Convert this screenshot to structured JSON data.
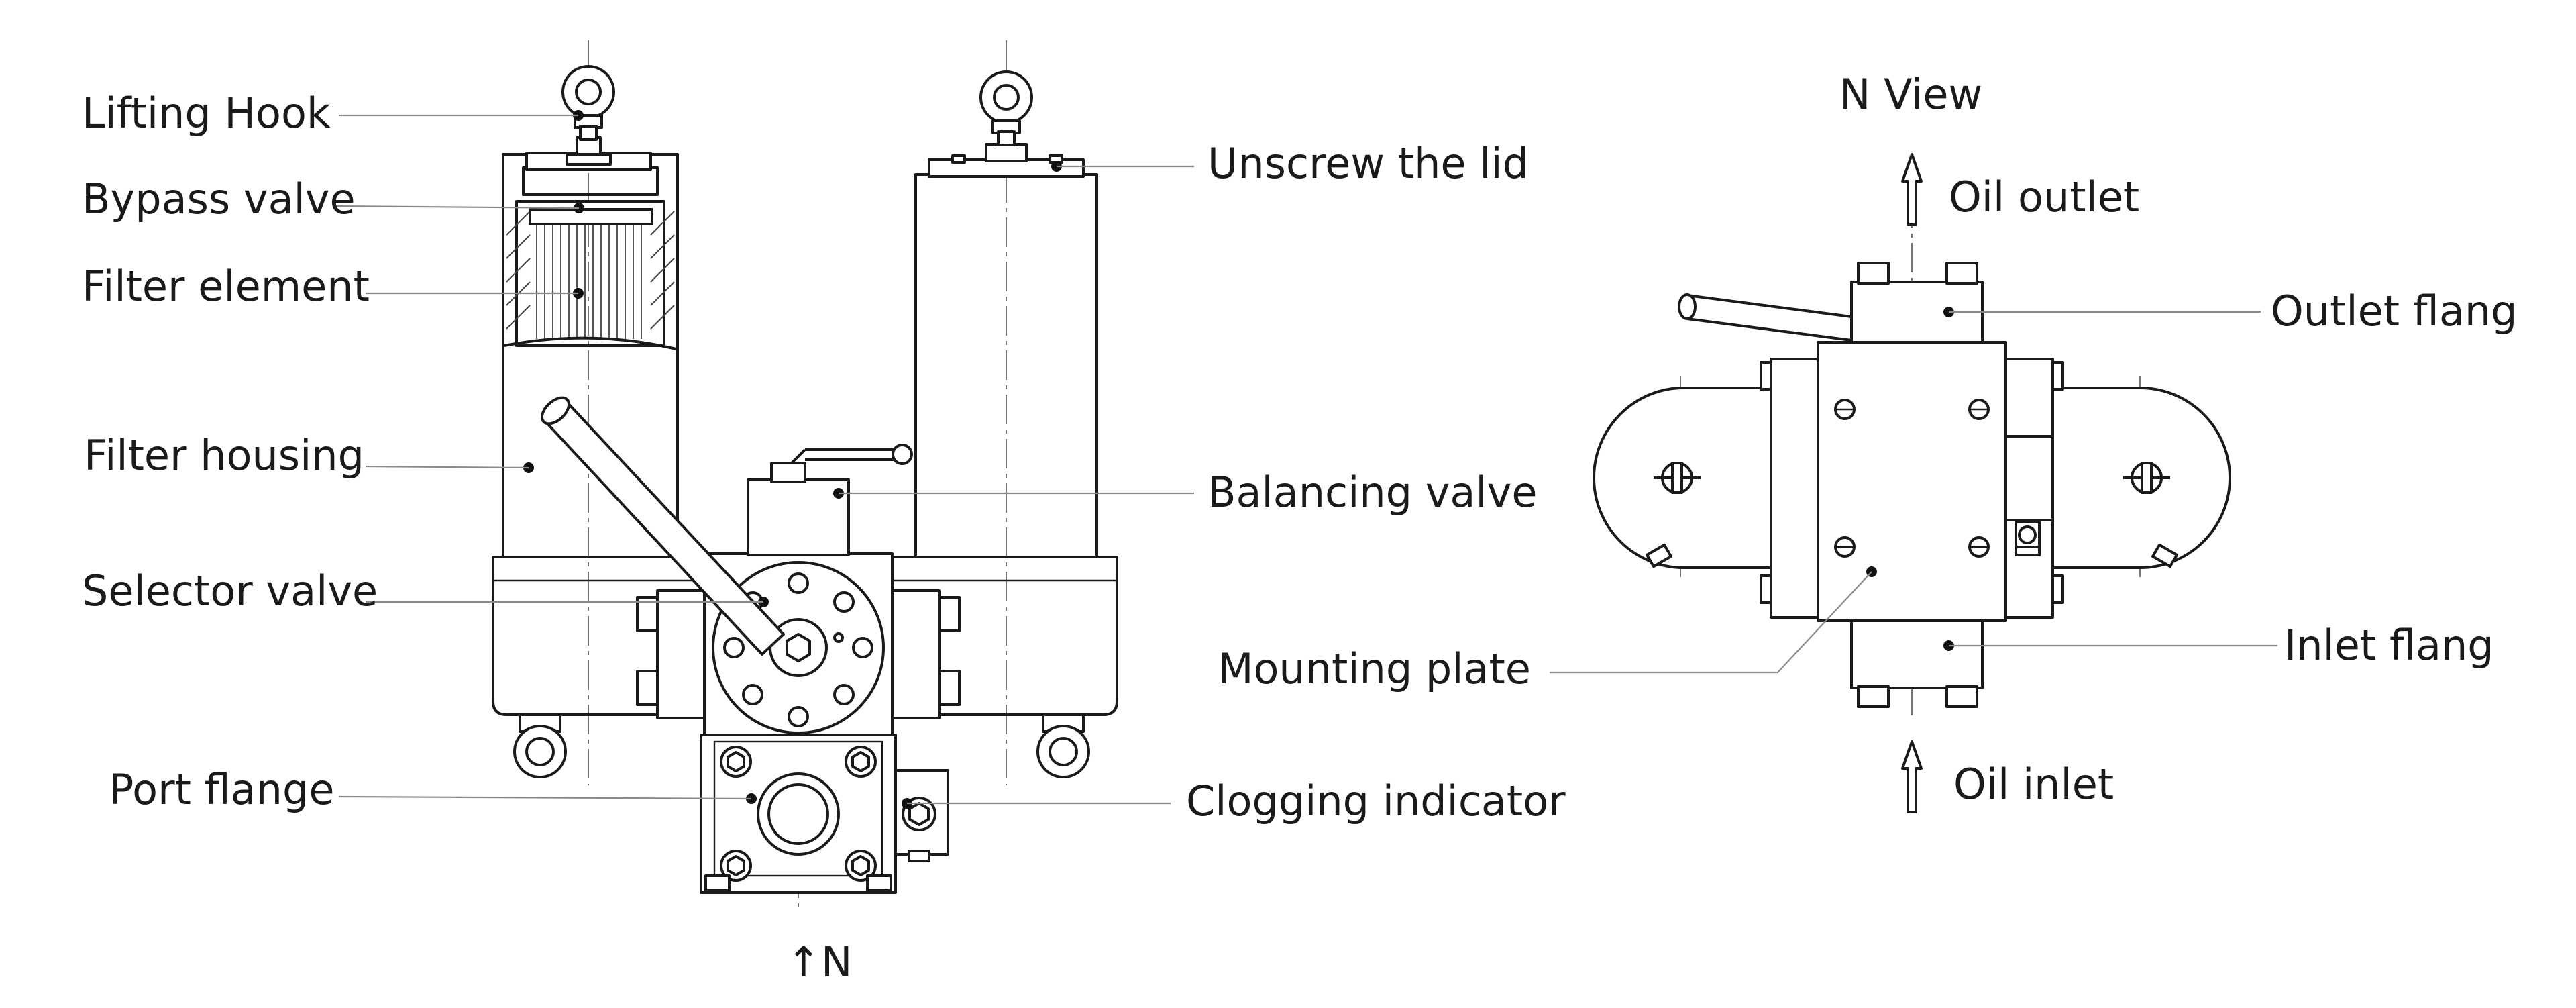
{
  "labels": {
    "lifting_hook": "Lifting Hook",
    "bypass_valve": "Bypass valve",
    "filter_element": "Filter element",
    "filter_housing": "Filter housing",
    "selector_valve": "Selector valve",
    "port_flange": "Port flange",
    "unscrew_lid": "Unscrew the lid",
    "balancing_valve": "Balancing valve",
    "clogging_indicator": "Clogging indicator",
    "mounting_plate": "Mounting plate",
    "n_view": "N  View",
    "oil_outlet": "Oil outlet",
    "outlet_flang": "Outlet flang",
    "inlet_flang": "Inlet flang",
    "oil_inlet": "Oil inlet",
    "n_arrow": "↑N"
  }
}
